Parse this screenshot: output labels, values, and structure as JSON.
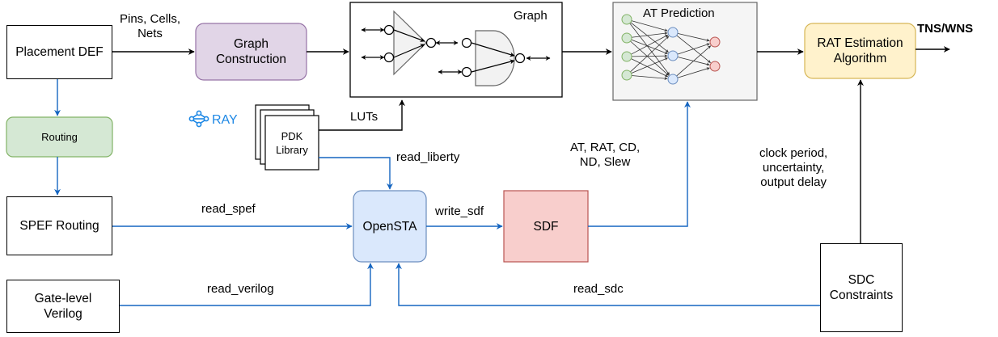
{
  "nodes": {
    "placement_def": "Placement DEF",
    "routing": "Routing",
    "spef_routing": "SPEF Routing",
    "gate_verilog": "Gate-level\nVerilog",
    "graph_construction": "Graph\nConstruction",
    "graph": "Graph",
    "at_prediction": "AT Prediction",
    "rat_estimation": "RAT Estimation\nAlgorithm",
    "pdk_library": "PDK\nLibrary",
    "openasta": "OpenSTA",
    "sdf": "SDF",
    "sdc_constraints": "SDC\nConstraints"
  },
  "edge_labels": {
    "pins_cells_nets": "Pins, Cells,\nNets",
    "luts": "LUTs",
    "read_liberty": "read_liberty",
    "read_spef": "read_spef",
    "write_sdf": "write_sdf",
    "read_verilog": "read_verilog",
    "read_sdc": "read_sdc",
    "at_rat": "AT, RAT, CD,\nND, Slew",
    "clock_info": "clock period,\nuncertainty,\noutput delay",
    "tns_wns": "TNS/WNS"
  },
  "logo": {
    "text": "RAY"
  },
  "colors": {
    "arrow_blue": "#1565c0",
    "routing_fill": "#d5e8d4",
    "routing_stroke": "#82b366",
    "graph_con_fill": "#e1d5e7",
    "graph_con_stroke": "#9673a6",
    "openasta_fill": "#dae8fc",
    "openasta_stroke": "#6c8ebf",
    "sdf_fill": "#f8cecc",
    "sdf_stroke": "#b85450",
    "rat_fill": "#fff2cc",
    "rat_stroke": "#d6b656",
    "nn_in": "#d5e8d4",
    "nn_hidden": "#dae8fc",
    "nn_out": "#f8cecc",
    "ray_blue": "#1e88e5"
  }
}
